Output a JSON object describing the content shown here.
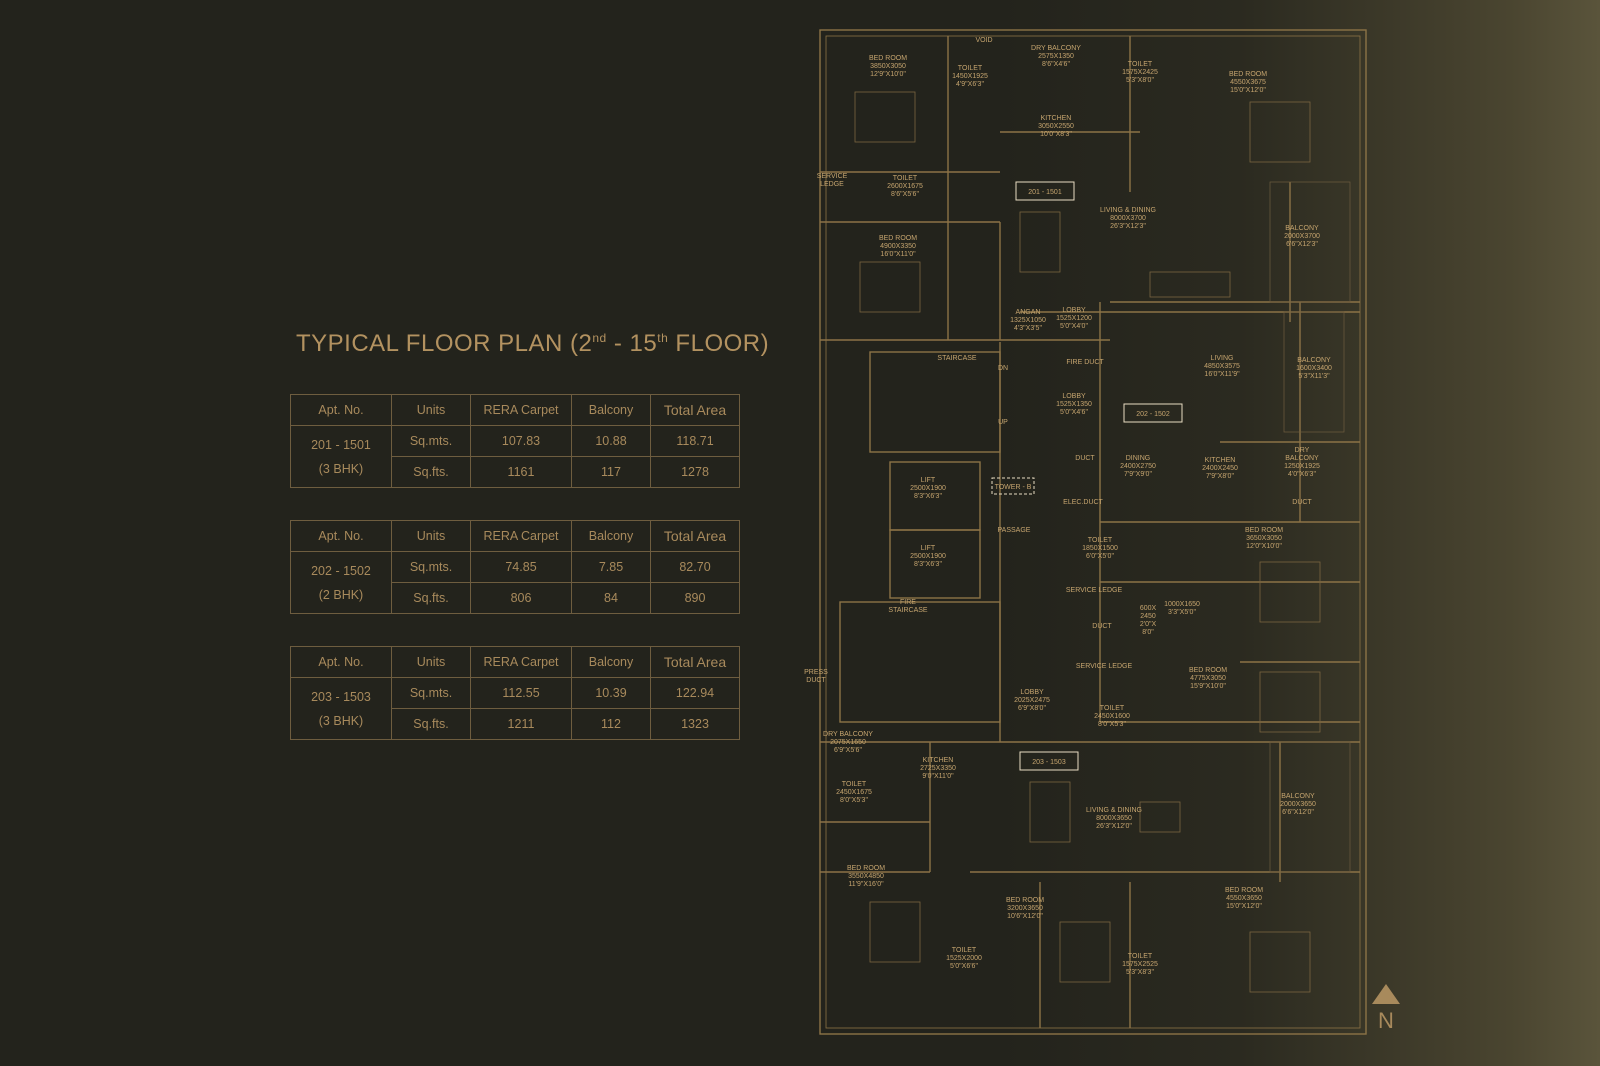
{
  "title": {
    "main": "TYPICAL FLOOR PLAN (2",
    "sup1": "nd",
    "mid": " - 15",
    "sup2": "th",
    "end": " FLOOR)"
  },
  "headers": {
    "apt": "Apt. No.",
    "units": "Units",
    "rera": "RERA Carpet",
    "balcony": "Balcony",
    "total": "Total Area"
  },
  "tables": [
    {
      "apt": "201 - 1501",
      "type": "(3 BHK)",
      "rows": [
        {
          "units": "Sq.mts.",
          "rera": "107.83",
          "balcony": "10.88",
          "total": "118.71"
        },
        {
          "units": "Sq.fts.",
          "rera": "1161",
          "balcony": "117",
          "total": "1278"
        }
      ]
    },
    {
      "apt": "202 - 1502",
      "type": "(2 BHK)",
      "rows": [
        {
          "units": "Sq.mts.",
          "rera": "74.85",
          "balcony": "7.85",
          "total": "82.70"
        },
        {
          "units": "Sq.fts.",
          "rera": "806",
          "balcony": "84",
          "total": "890"
        }
      ]
    },
    {
      "apt": "203 - 1503",
      "type": "(3 BHK)",
      "rows": [
        {
          "units": "Sq.mts.",
          "rera": "112.55",
          "balcony": "10.39",
          "total": "122.94"
        },
        {
          "units": "Sq.fts.",
          "rera": "1211",
          "balcony": "112",
          "total": "1323"
        }
      ]
    }
  ],
  "plan": {
    "tags": {
      "apt1": "201 - 1501",
      "apt2": "202 - 1502",
      "apt3": "203 - 1503",
      "tower": "TOWER - B"
    },
    "rooms": {
      "bed1": [
        "BED ROOM",
        "3850X3050",
        "12'9\"X10'0\""
      ],
      "toilet1": [
        "TOILET",
        "1450X1925",
        "4'9\"X6'3\""
      ],
      "drybal1": [
        "DRY BALCONY",
        "2575X1350",
        "8'6\"X4'6\""
      ],
      "toilet2": [
        "TOILET",
        "1575X2425",
        "5'3\"X8'0\""
      ],
      "bed2": [
        "BED ROOM",
        "4550X3675",
        "15'0\"X12'0\""
      ],
      "kitchen1": [
        "KITCHEN",
        "3050X2550",
        "10'0\"X8'3\""
      ],
      "service1": [
        "SERVICE",
        "LEDGE"
      ],
      "toilet3": [
        "TOILET",
        "2600X1675",
        "8'6\"X5'6\""
      ],
      "living1": [
        "LIVING & DINING",
        "8000X3700",
        "26'3\"X12'3\""
      ],
      "balcony1": [
        "BALCONY",
        "2000X3700",
        "6'6\"X12'3\""
      ],
      "bed3": [
        "BED ROOM",
        "4900X3350",
        "16'0\"X11'0\""
      ],
      "angan": [
        "ANGAN",
        "1325X1050",
        "4'3\"X3'5\""
      ],
      "lobby1": [
        "LOBBY",
        "1525X1200",
        "5'0\"X4'0\""
      ],
      "staircase": [
        "STAIRCASE"
      ],
      "fireduct": [
        "FIRE DUCT"
      ],
      "living2": [
        "LIVING",
        "4850X3575",
        "16'0\"X11'9\""
      ],
      "balcony2": [
        "BALCONY",
        "1600X3400",
        "5'3\"X11'3\""
      ],
      "lobby2": [
        "LOBBY",
        "1525X1350",
        "5'0\"X4'6\""
      ],
      "duct1": [
        "DUCT"
      ],
      "dining2": [
        "DINING",
        "2400X2750",
        "7'9\"X9'0\""
      ],
      "kitchen2": [
        "KITCHEN",
        "2400X2450",
        "7'9\"X8'0\""
      ],
      "drybal2": [
        "DRY",
        "BALCONY",
        "1250X1925",
        "4'0\"X6'3\""
      ],
      "duct2": [
        "DUCT"
      ],
      "lift1": [
        "LIFT",
        "2500X1900",
        "8'3\"X6'3\""
      ],
      "lift2": [
        "LIFT",
        "2500X1900",
        "8'3\"X6'3\""
      ],
      "passage": [
        "PASSAGE"
      ],
      "elecduct": [
        "ELEC.DUCT"
      ],
      "toilet4": [
        "TOILET",
        "1850X1500",
        "6'0\"X5'0\""
      ],
      "bed4": [
        "BED ROOM",
        "3650X3050",
        "12'0\"X10'0\""
      ],
      "serviceledge2": [
        "SERVICE LEDGE"
      ],
      "duct3": [
        "DUCT"
      ],
      "serviceledge3": [
        "SERVICE LEDGE"
      ],
      "small1": [
        "600X",
        "2450",
        "2'0\"X",
        "8'0\""
      ],
      "small2": [
        "1000X1650",
        "3'3\"X5'0\""
      ],
      "firestair": [
        "FIRE",
        "STAIRCASE"
      ],
      "pressduct": [
        "PRESS",
        "DUCT"
      ],
      "lobby3": [
        "LOBBY",
        "2025X2475",
        "6'9\"X8'0\""
      ],
      "toilet5": [
        "TOILET",
        "2450X1600",
        "8'0\"X5'3\""
      ],
      "bed5": [
        "BED ROOM",
        "4775X3050",
        "15'9\"X10'0\""
      ],
      "drybal3": [
        "DRY BALCONY",
        "2075X1650",
        "6'9\"X5'6\""
      ],
      "kitchen3": [
        "KITCHEN",
        "2725X3350",
        "9'0\"X11'0\""
      ],
      "toilet6": [
        "TOILET",
        "2450X1675",
        "8'0\"X5'3\""
      ],
      "living3": [
        "LIVING & DINING",
        "8000X3650",
        "26'3\"X12'0\""
      ],
      "balcony3": [
        "BALCONY",
        "2000X3650",
        "6'6\"X12'0\""
      ],
      "bed6": [
        "BED ROOM",
        "3550X4850",
        "11'9\"X16'0\""
      ],
      "bed7": [
        "BED ROOM",
        "3200X3650",
        "10'6\"X12'0\""
      ],
      "bed8": [
        "BED ROOM",
        "4550X3650",
        "15'0\"X12'0\""
      ],
      "toilet7": [
        "TOILET",
        "1525X2000",
        "5'0\"X6'6\""
      ],
      "toilet8": [
        "TOILET",
        "1575X2525",
        "5'3\"X8'3\""
      ],
      "void": [
        "VOID"
      ],
      "dn": [
        "DN"
      ],
      "up": [
        "UP"
      ]
    }
  },
  "north": "N",
  "colors": {
    "bg": "#23231c",
    "gold": "#a88a5c",
    "line": "#8c7346"
  }
}
